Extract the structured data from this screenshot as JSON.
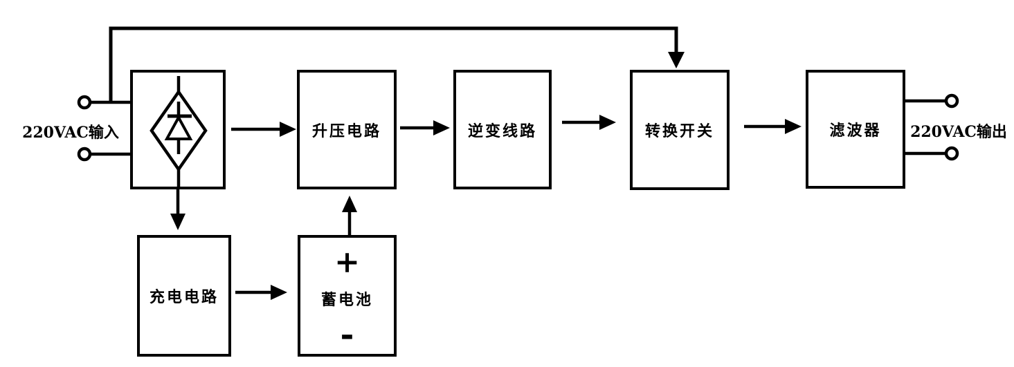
{
  "diagram": {
    "input_label": "220VAC输入",
    "output_label": "220VAC输出",
    "blocks": {
      "boost": {
        "label": "升压电路"
      },
      "inverter": {
        "label": "逆变线路"
      },
      "transfer": {
        "label": "转换开关"
      },
      "filter": {
        "label": "滤波器"
      },
      "charger": {
        "label": "充电电路"
      },
      "battery": {
        "label": "蓄电池",
        "plus": "+",
        "minus": "-"
      }
    },
    "colors": {
      "line": "#000000",
      "background": "#ffffff"
    }
  }
}
